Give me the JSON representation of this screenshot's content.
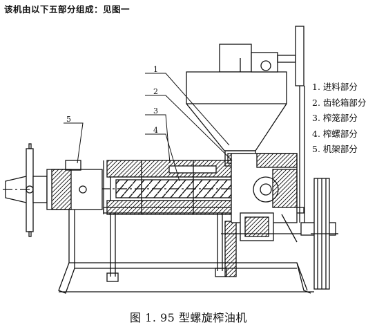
{
  "intro_text": "该机由以下五部分组成：见图一",
  "legend": [
    {
      "number": "1",
      "label": "1. 进料部分"
    },
    {
      "number": "2",
      "label": "2. 齿轮箱部分"
    },
    {
      "number": "3",
      "label": "3. 榨笼部分"
    },
    {
      "number": "4",
      "label": "4. 榨螺部分"
    },
    {
      "number": "5",
      "label": "5. 机架部分"
    }
  ],
  "caption": "图 1. 95 型螺旋榨油机",
  "callouts": [
    "1",
    "2",
    "3",
    "4",
    "5"
  ]
}
